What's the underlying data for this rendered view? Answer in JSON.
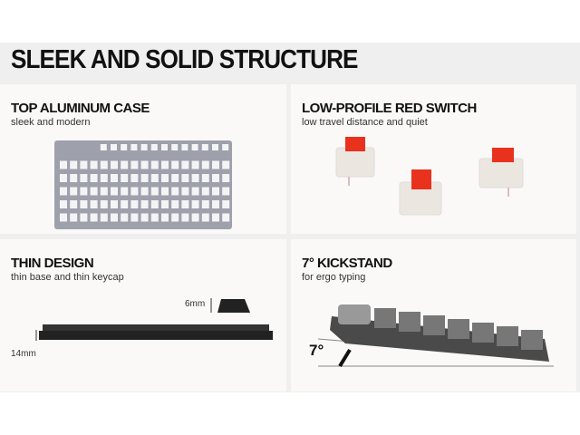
{
  "header": {
    "title": "SLEEK AND SOLID STRUCTURE"
  },
  "panels": [
    {
      "title": "TOP ALUMINUM CASE",
      "subtitle": "sleek and modern"
    },
    {
      "title": "LOW-PROFILE RED SWITCH",
      "subtitle": "low travel distance and quiet"
    },
    {
      "title": "THIN DESIGN",
      "subtitle": "thin base and thin keycap",
      "keycap_label": "6mm",
      "base_label": "14mm"
    },
    {
      "title": "7° KICKSTAND",
      "subtitle": "for ergo typing",
      "angle_label": "7°"
    }
  ],
  "colors": {
    "switch_red": "#e8321e",
    "case_gray": "#9ea1ab"
  }
}
